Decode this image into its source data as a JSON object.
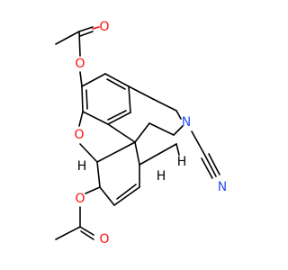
{
  "molecule": {
    "atoms": {
      "o_acetate_top_carbonyl": {
        "label": "O",
        "color": "#ff0d0d"
      },
      "o_acetate_top_ester": {
        "label": "O",
        "color": "#ff0d0d"
      },
      "o_ring_ether": {
        "label": "O",
        "color": "#ff0d0d"
      },
      "o_acetate_bottom_ester": {
        "label": "O",
        "color": "#ff0d0d"
      },
      "o_acetate_bottom_carbonyl": {
        "label": "O",
        "color": "#ff0d0d"
      },
      "n_amine": {
        "label": "N",
        "color": "#3050f8"
      },
      "n_nitrile": {
        "label": "N",
        "color": "#3050f8"
      },
      "h_c5": {
        "label": "H",
        "color": "#000000"
      },
      "h_c14": {
        "label": "H",
        "color": "#000000"
      },
      "h_c9": {
        "label": "H",
        "color": "#000000"
      }
    }
  }
}
